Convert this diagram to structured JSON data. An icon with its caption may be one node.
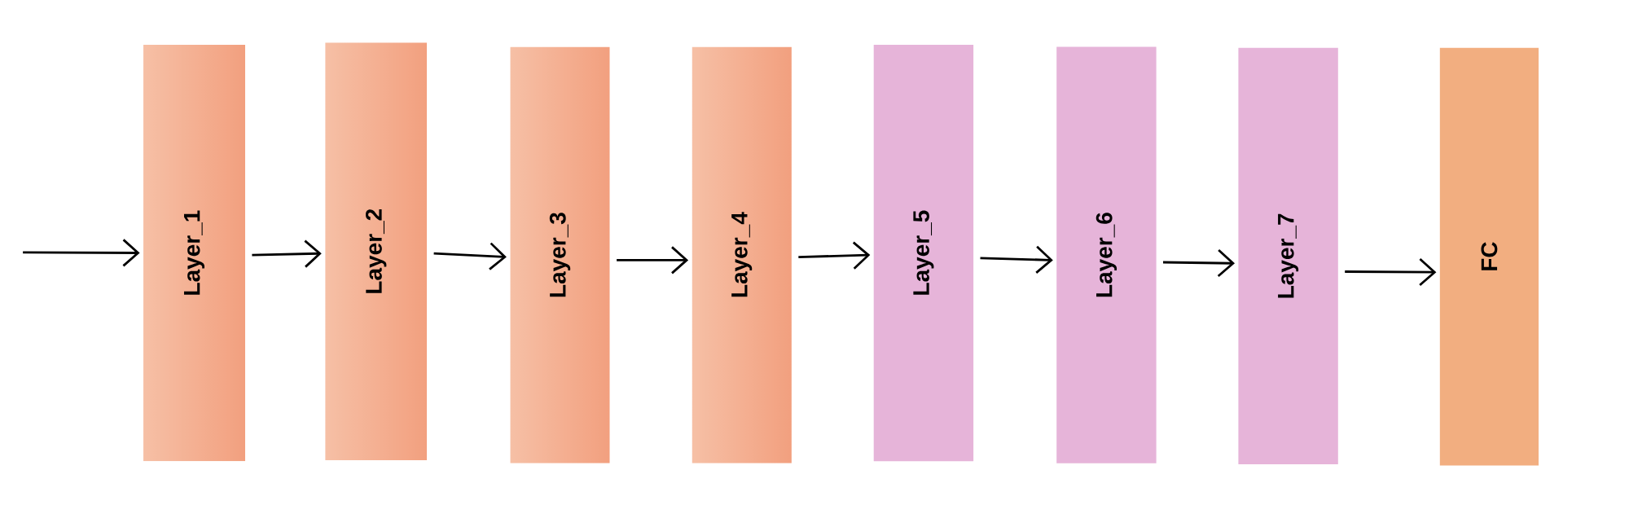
{
  "diagram": {
    "nodes": [
      {
        "text": [
          "Layer_1"
        ]
      },
      {
        "text": [
          "Layer_2"
        ]
      },
      {
        "text": [
          "Layer_3"
        ]
      },
      {
        "text": [
          "Layer_4"
        ]
      },
      {
        "text": [
          "Layer_5"
        ]
      },
      {
        "text": [
          "Layer_6"
        ]
      },
      {
        "text": [
          "Layer_7"
        ]
      },
      {
        "text": [
          "FC"
        ]
      }
    ],
    "edges": [
      {
        "from": null,
        "to": 0,
        "arrow": "to"
      },
      {
        "from": 0,
        "to": 1,
        "arrow": "to"
      },
      {
        "from": 1,
        "to": 2,
        "arrow": "to"
      },
      {
        "from": 2,
        "to": 3,
        "arrow": "to"
      },
      {
        "from": 3,
        "to": 4,
        "arrow": "to"
      },
      {
        "from": 4,
        "to": 5,
        "arrow": "to"
      },
      {
        "from": 5,
        "to": 6,
        "arrow": "to"
      },
      {
        "from": 6,
        "to": 7,
        "arrow": "to"
      }
    ]
  }
}
